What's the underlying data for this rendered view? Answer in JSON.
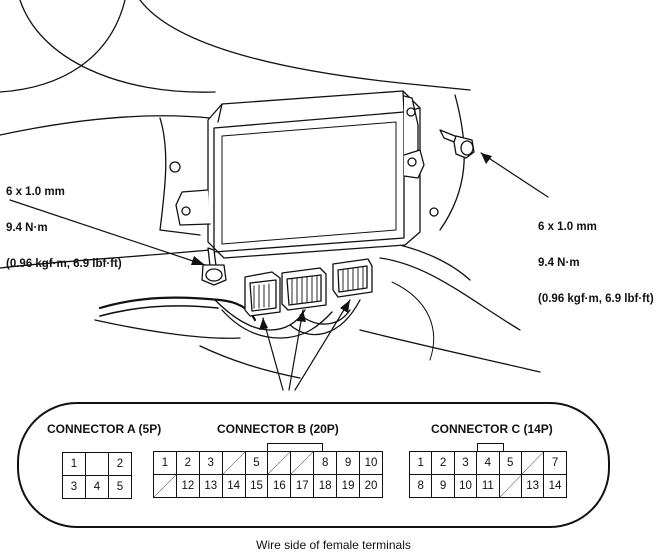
{
  "callouts": {
    "left": [
      "6 x 1.0 mm",
      "9.4 N·m",
      "(0.96 kgf·m, 6.9 lbf·ft)"
    ],
    "right": [
      "6 x 1.0 mm",
      "9.4 N·m",
      "(0.96 kgf·m, 6.9 lbf·ft)"
    ]
  },
  "connectors": {
    "a": {
      "title": "CONNECTOR A (5P)",
      "rows": [
        [
          "1",
          "",
          "2"
        ],
        [
          "3",
          "4",
          "5"
        ]
      ]
    },
    "b": {
      "title": "CONNECTOR B (20P)",
      "rows": [
        [
          "1",
          "2",
          "3",
          "",
          "5",
          "",
          "",
          "8",
          "9",
          "10"
        ],
        [
          "",
          "12",
          "13",
          "14",
          "15",
          "16",
          "17",
          "18",
          "19",
          "20"
        ]
      ]
    },
    "c": {
      "title": "CONNECTOR C (14P)",
      "rows": [
        [
          "1",
          "2",
          "3",
          "4",
          "5",
          "",
          "7"
        ],
        [
          "8",
          "9",
          "10",
          "11",
          "",
          "13",
          "14"
        ]
      ]
    }
  },
  "caption": "Wire side of female terminals"
}
